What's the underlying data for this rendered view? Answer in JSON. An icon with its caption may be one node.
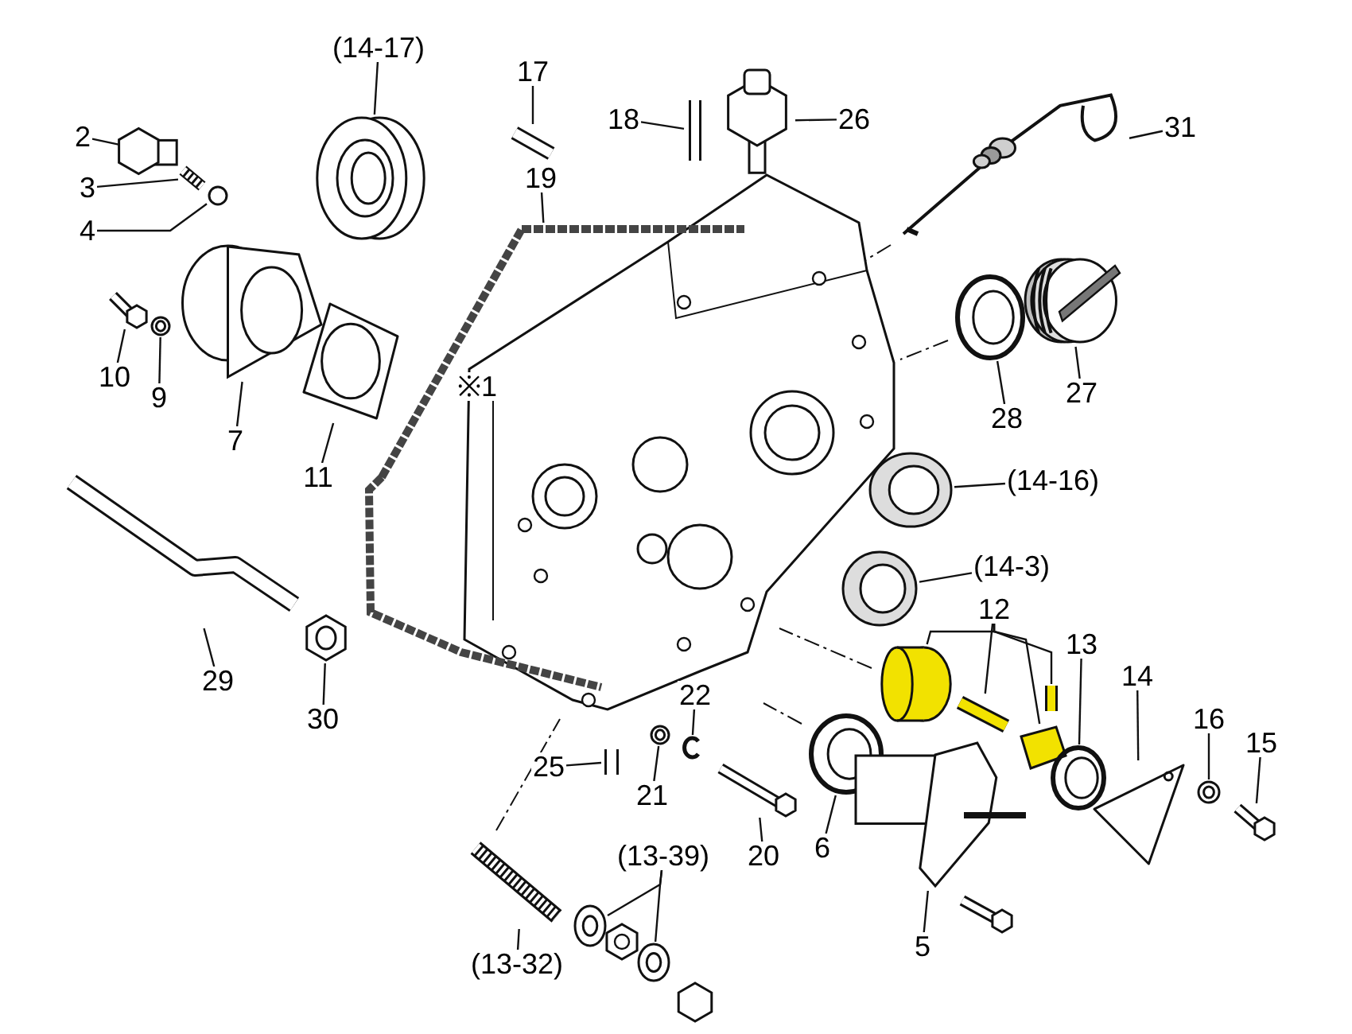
{
  "diagram": {
    "nodes": [
      {
        "text": [
          "(14-17)"
        ]
      },
      {
        "text": [],
        "shape": "picture"
      },
      {
        "text": [
          "17"
        ]
      },
      {
        "text": [],
        "shape": "picture"
      },
      {
        "text": [
          "18"
        ]
      },
      {
        "text": [],
        "shape": "picture"
      },
      {
        "text": [
          "26"
        ]
      },
      {
        "text": [],
        "shape": "picture"
      },
      {
        "text": [
          "31"
        ]
      },
      {
        "text": [],
        "shape": "picture"
      },
      {
        "text": [
          "2"
        ]
      },
      {
        "text": [],
        "shape": "picture"
      },
      {
        "text": [
          "3"
        ]
      },
      {
        "text": [],
        "shape": "picture"
      },
      {
        "text": [
          "4"
        ]
      },
      {
        "text": [],
        "shape": "circle"
      },
      {
        "text": [
          "19"
        ]
      },
      {
        "text": [],
        "shape": "picture"
      },
      {
        "text": [
          "10"
        ]
      },
      {
        "text": [],
        "shape": "picture"
      },
      {
        "text": [
          "9"
        ]
      },
      {
        "text": [],
        "shape": "picture"
      },
      {
        "text": [
          "7"
        ]
      },
      {
        "text": [],
        "shape": "picture"
      },
      {
        "text": [
          "11"
        ]
      },
      {
        "text": [],
        "shape": "picture"
      },
      {
        "text": [
          "28"
        ]
      },
      {
        "text": [],
        "shape": "picture"
      },
      {
        "text": [
          "27"
        ]
      },
      {
        "text": [],
        "shape": "picture"
      },
      {
        "text": [
          "(14-16)"
        ]
      },
      {
        "text": [],
        "shape": "picture"
      },
      {
        "text": [
          "(14-3)"
        ]
      },
      {
        "text": [],
        "shape": "picture"
      },
      {
        "text": [
          "29"
        ]
      },
      {
        "text": [],
        "shape": "picture"
      },
      {
        "text": [
          "30"
        ]
      },
      {
        "text": [],
        "shape": "picture"
      },
      {
        "text": [
          "12"
        ]
      },
      {
        "text": [],
        "shape": "picture"
      },
      {
        "text": [],
        "shape": "picture"
      },
      {
        "text": [],
        "shape": "picture"
      },
      {
        "text": [],
        "shape": "picture"
      },
      {
        "text": [
          "13"
        ]
      },
      {
        "text": [],
        "shape": "picture"
      },
      {
        "text": [
          "14"
        ]
      },
      {
        "text": [],
        "shape": "picture"
      },
      {
        "text": [
          "16"
        ]
      },
      {
        "text": [],
        "shape": "picture"
      },
      {
        "text": [
          "15"
        ]
      },
      {
        "text": [],
        "shape": "picture"
      },
      {
        "text": [
          "22"
        ]
      },
      {
        "text": [],
        "shape": "picture"
      },
      {
        "text": [
          "25"
        ]
      },
      {
        "text": [],
        "shape": "picture"
      },
      {
        "text": [
          "21"
        ]
      },
      {
        "text": [],
        "shape": "picture"
      },
      {
        "text": [
          "20"
        ]
      },
      {
        "text": [],
        "shape": "picture"
      },
      {
        "text": [
          "6"
        ]
      },
      {
        "text": [],
        "shape": "picture"
      },
      {
        "text": [
          "5"
        ]
      },
      {
        "text": [],
        "shape": "picture"
      },
      {
        "text": [
          "(13-39)"
        ]
      },
      {
        "text": [],
        "shape": "picture"
      },
      {
        "text": [],
        "shape": "picture"
      },
      {
        "text": [
          "(13-32)"
        ]
      },
      {
        "text": [],
        "shape": "picture"
      }
    ],
    "edges": [
      {
        "from": 0,
        "to": 1,
        "arrow": "none"
      },
      {
        "from": 2,
        "to": 3,
        "arrow": "none"
      },
      {
        "from": 4,
        "to": 5,
        "arrow": "none"
      },
      {
        "from": 6,
        "to": 7,
        "arrow": "none"
      },
      {
        "from": 8,
        "to": 9,
        "arrow": "none"
      },
      {
        "from": 10,
        "to": 11,
        "arrow": "none"
      },
      {
        "from": 12,
        "to": 13,
        "arrow": "none"
      },
      {
        "from": 14,
        "to": 15,
        "arrow": "none"
      },
      {
        "from": 16,
        "to": 17,
        "arrow": "none"
      },
      {
        "from": 18,
        "to": 19,
        "arrow": "none"
      },
      {
        "from": 20,
        "to": 21,
        "arrow": "none"
      },
      {
        "from": 22,
        "to": 23,
        "arrow": "none"
      },
      {
        "from": 24,
        "to": 25,
        "arrow": "none"
      },
      {
        "from": 26,
        "to": 27,
        "arrow": "none"
      },
      {
        "from": 28,
        "to": 29,
        "arrow": "none"
      },
      {
        "from": 30,
        "to": 31,
        "arrow": "none"
      },
      {
        "from": 32,
        "to": 33,
        "arrow": "none"
      },
      {
        "from": 34,
        "to": 35,
        "arrow": "none"
      },
      {
        "from": 36,
        "to": 37,
        "arrow": "none"
      },
      {
        "from": 38,
        "to": 39,
        "arrow": "none"
      },
      {
        "from": 38,
        "to": 40,
        "arrow": "none"
      },
      {
        "from": 38,
        "to": 41,
        "arrow": "none"
      },
      {
        "from": 38,
        "to": 42,
        "arrow": "none"
      },
      {
        "from": 43,
        "to": 44,
        "arrow": "none"
      },
      {
        "from": 45,
        "to": 46,
        "arrow": "none"
      },
      {
        "from": 47,
        "to": 48,
        "arrow": "none"
      },
      {
        "from": 49,
        "to": 50,
        "arrow": "none"
      },
      {
        "from": 51,
        "to": 52,
        "arrow": "none"
      },
      {
        "from": 53,
        "to": 54,
        "arrow": "none"
      },
      {
        "from": 55,
        "to": 56,
        "arrow": "none"
      },
      {
        "from": 57,
        "to": 58,
        "arrow": "none"
      },
      {
        "from": 59,
        "to": 60,
        "arrow": "none"
      },
      {
        "from": 61,
        "to": 62,
        "arrow": "none"
      },
      {
        "from": 63,
        "to": 64,
        "arrow": "none"
      },
      {
        "from": 63,
        "to": 65,
        "arrow": "none"
      },
      {
        "from": 66,
        "to": 67,
        "arrow": "none"
      }
    ],
    "labels": [
      "※1"
    ]
  }
}
